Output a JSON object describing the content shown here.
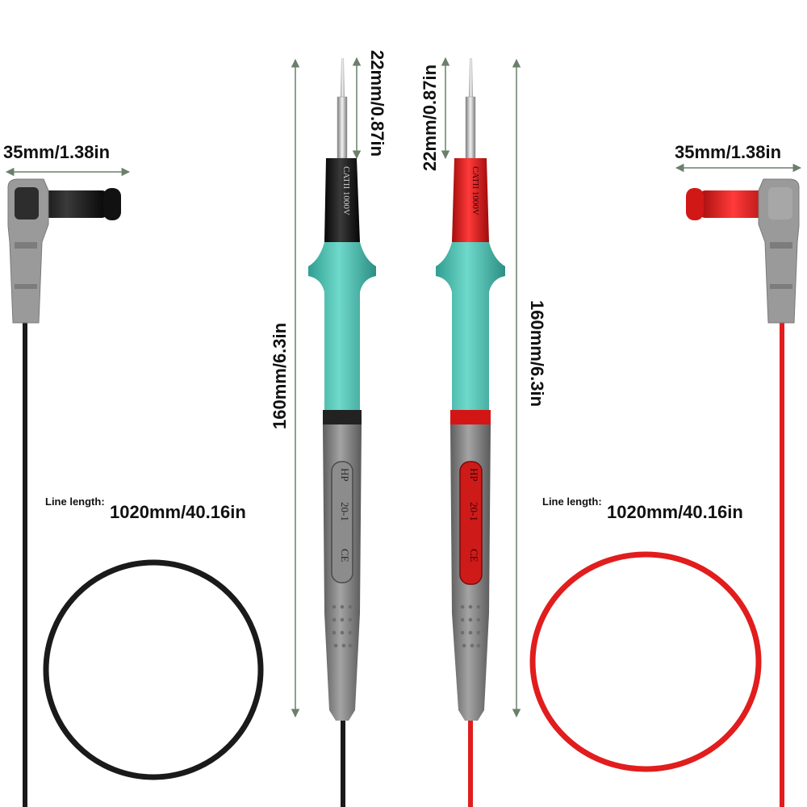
{
  "colors": {
    "black_lead": "#1a1a1a",
    "red_lead": "#e11d1d",
    "teal_grip": "#4fc4b6",
    "gray_body": "#8a8a8a",
    "connector_gray": "#9a9a9a",
    "dimension_line": "#6b7f6b"
  },
  "measurements": {
    "connector_length": "35mm/1.38in",
    "tip_length": "22mm/0.87in",
    "probe_length": "160mm/6.3in",
    "line_length_caption": "Line length:",
    "line_length_value": "1020mm/40.16in"
  },
  "probe_markings": {
    "rating": "CATII 1000V",
    "brand": "HP",
    "model": "20-1",
    "certification": "CE"
  }
}
